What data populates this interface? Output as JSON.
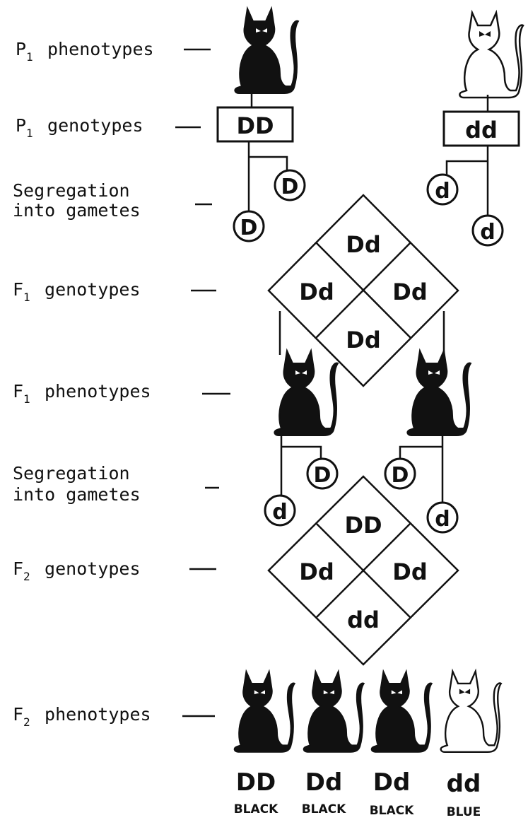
{
  "labels": {
    "p1_phenotypes": {
      "main": "P",
      "sub": "1",
      "rest": " phenotypes"
    },
    "p1_genotypes": {
      "main": "P",
      "sub": "1",
      "rest": " genotypes"
    },
    "segregation_1": {
      "line1": "Segregation",
      "line2": "into gametes"
    },
    "f1_genotypes": {
      "main": "F",
      "sub": "1",
      "rest": " genotypes"
    },
    "f1_phenotypes": {
      "main": "F",
      "sub": "1",
      "rest": " phenotypes"
    },
    "segregation_2": {
      "line1": "Segregation",
      "line2": "into gametes"
    },
    "f2_genotypes": {
      "main": "F",
      "sub": "2",
      "rest": " genotypes"
    },
    "f2_phenotypes": {
      "main": "F",
      "sub": "2",
      "rest": " phenotypes"
    }
  },
  "p1": {
    "left_genotype": "DD",
    "right_genotype": "dd",
    "left_gametes": [
      "D",
      "D"
    ],
    "right_gametes": [
      "d",
      "d"
    ],
    "left_cat": "black-cat-icon",
    "right_cat": "blue-cat-icon"
  },
  "f1": {
    "grid": {
      "top": "Dd",
      "left": "Dd",
      "right": "Dd",
      "bottom": "Dd"
    },
    "gametes_left": [
      "d",
      "D"
    ],
    "gametes_right": [
      "D",
      "d"
    ],
    "cats": [
      "black-cat-icon",
      "black-cat-icon"
    ]
  },
  "f2": {
    "grid": {
      "top": "DD",
      "left": "Dd",
      "right": "Dd",
      "bottom": "dd"
    },
    "offspring": [
      {
        "genotype": "DD",
        "phenotype": "BLACK",
        "color": "#111111"
      },
      {
        "genotype": "Dd",
        "phenotype": "BLACK",
        "color": "#111111"
      },
      {
        "genotype": "Dd",
        "phenotype": "BLACK",
        "color": "#111111"
      },
      {
        "genotype": "dd",
        "phenotype": "BLUE",
        "color": "#ffffff"
      }
    ]
  }
}
